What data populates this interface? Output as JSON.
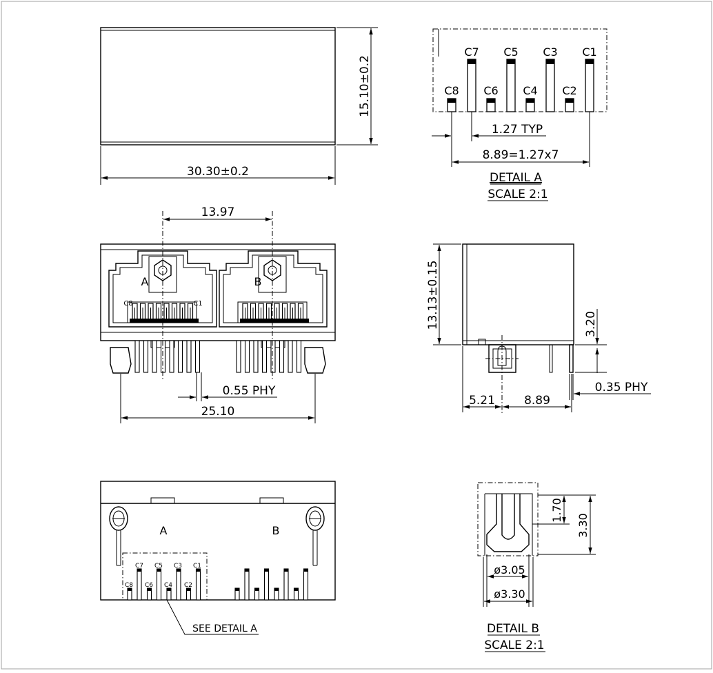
{
  "dims": {
    "width_total": "30.30±0.2",
    "height_total": "15.10±0.2",
    "port_pitch": "13.97",
    "pin_width": "0.55 PHY",
    "outer_pin_span": "25.10",
    "side_height": "13.13±0.15",
    "side_offset": "5.21",
    "side_span": "8.89",
    "side_pin_height": "3.20",
    "side_pin_width": "0.35 PHY",
    "pin_typ": "1.27 TYP",
    "pin_total": "8.89=1.27x7",
    "boss_1": "1.70",
    "boss_2": "3.30",
    "boss_dia_1": "ø3.05",
    "boss_dia_2": "ø3.30"
  },
  "detail_a": {
    "title": "DETAIL A",
    "scale": "SCALE 2:1",
    "top_pins": [
      "C7",
      "C5",
      "C3",
      "C1"
    ],
    "bottom_pins": [
      "C8",
      "C6",
      "C4",
      "C2"
    ]
  },
  "detail_b": {
    "title": "DETAIL B",
    "scale": "SCALE 2:1"
  },
  "front": {
    "port_a": "A",
    "port_b": "B",
    "pin_left": "C8",
    "pin_right": "C1"
  },
  "bottom_view": {
    "port_a": "A",
    "port_b": "B",
    "top_pins": [
      "C7",
      "C5",
      "C3",
      "C1"
    ],
    "bottom_pins": [
      "C8",
      "C6",
      "C4",
      "C2"
    ],
    "callout": "SEE DETAIL A"
  }
}
